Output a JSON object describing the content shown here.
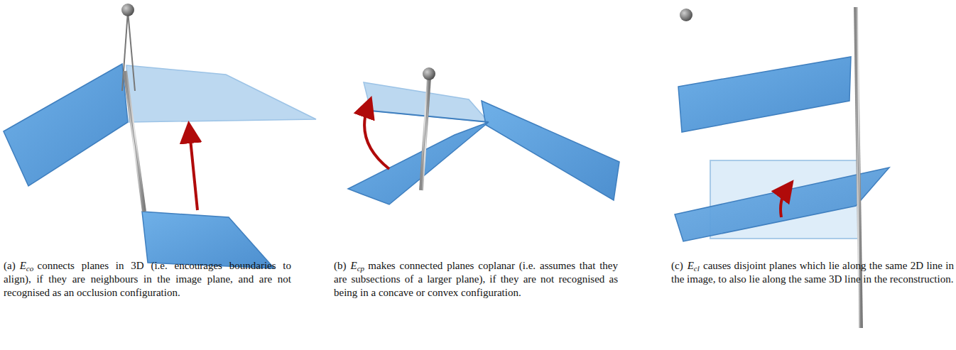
{
  "diagram": {
    "labels": [
      "(a)",
      "E",
      "co",
      "connects planes in 3D (i.e. encourages boundaries to align), if they are neighbours in the image plane, and are not recognised as an occlusion configuration.",
      "(b)",
      "E",
      "cp",
      "makes connected planes coplanar (i.e. assumes that they are subsections of a larger plane), if they are not recognised as being in a concave or convex configuration.",
      "(c)",
      "E",
      "cl",
      "causes disjoint planes which lie along the same 2D line in the image, to also lie along the same 3D line in the reconstruction."
    ]
  }
}
